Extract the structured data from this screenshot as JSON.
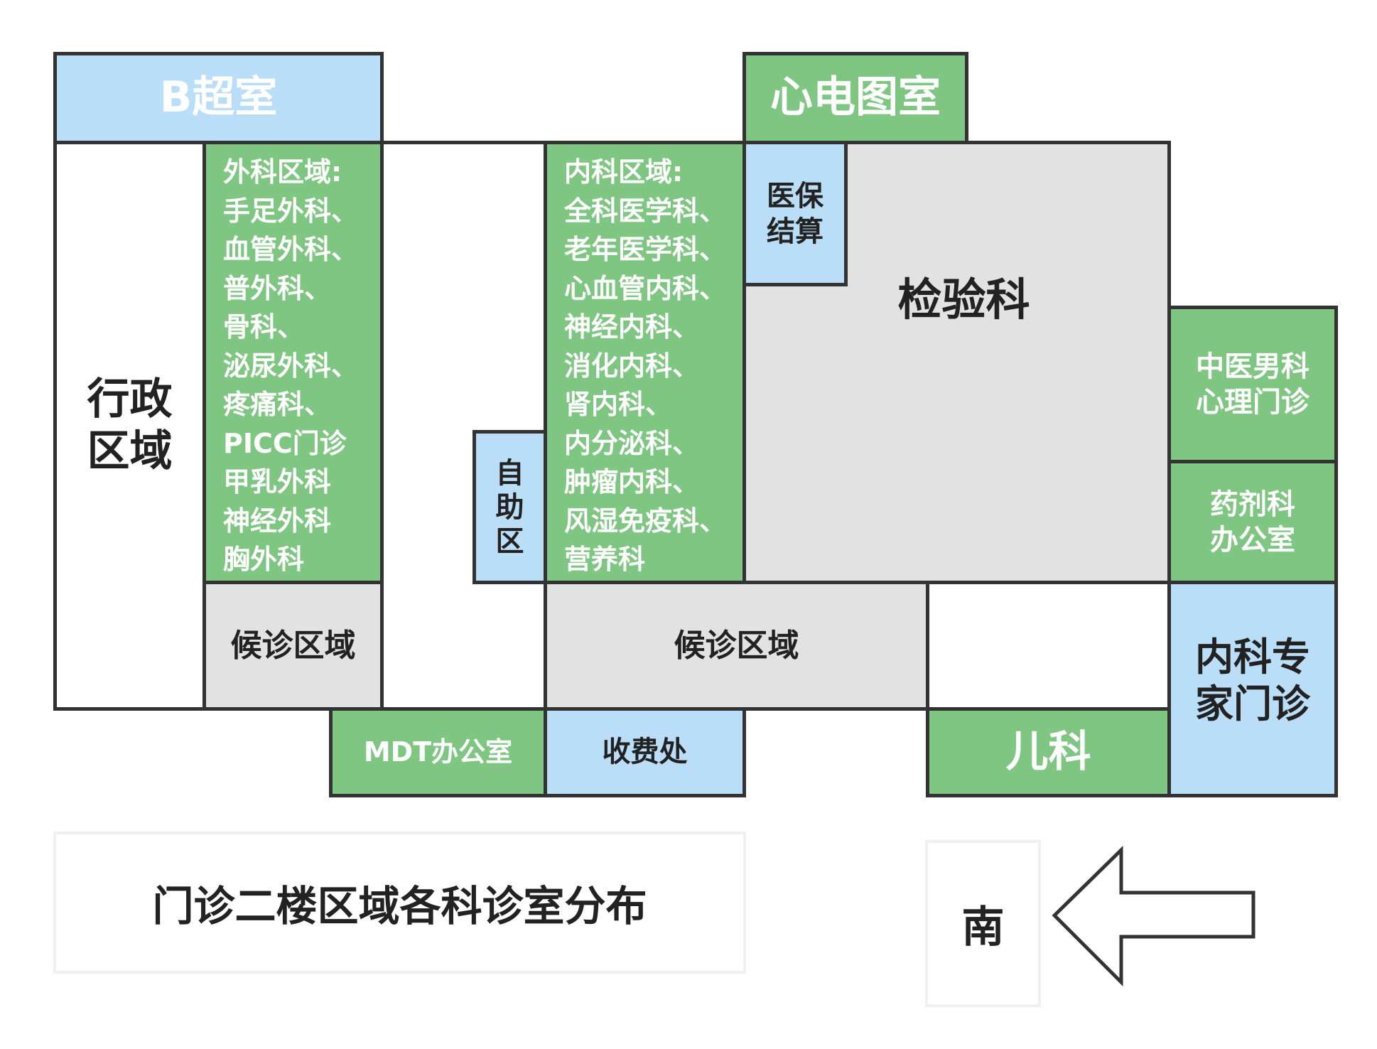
{
  "rooms": {
    "b_ultrasound": "B超室",
    "ecg": "心电图室",
    "admin_line1": "行政",
    "admin_line2": "区域",
    "surgery": {
      "title": "外科区域:",
      "items": [
        "手足外科、",
        "血管外科、",
        "普外科、",
        "骨科、",
        "泌尿外科、",
        "疼痛科、",
        "PICC门诊",
        "甲乳外科",
        "神经外科",
        "胸外科"
      ]
    },
    "internal": {
      "title": "内科区域:",
      "items": [
        "全科医学科、",
        "老年医学科、",
        "心血管内科、",
        "神经内科、",
        "消化内科、",
        "肾内科、",
        "内分泌科、",
        "肿瘤内科、",
        "风湿免疫科、",
        "营养科"
      ]
    },
    "insurance_line1": "医保",
    "insurance_line2": "结算",
    "lab": "检验科",
    "tcm_line1": "中医男科",
    "tcm_line2": "心理门诊",
    "pharmacy_line1": "药剂科",
    "pharmacy_line2": "办公室",
    "self_service": [
      "自",
      "助",
      "区"
    ],
    "waiting_left": "候诊区域",
    "waiting_center": "候诊区域",
    "mdt": "MDT办公室",
    "cashier": "收费处",
    "pediatrics": "儿科",
    "expert_line1": "内科专",
    "expert_line2": "家门诊"
  },
  "legend": {
    "title": "门诊二楼区域各科诊室分布",
    "direction": "南"
  },
  "colors": {
    "green": "#7fc682",
    "blue": "#bbdef8",
    "gray": "#e2e2e2",
    "border": "#333333"
  }
}
